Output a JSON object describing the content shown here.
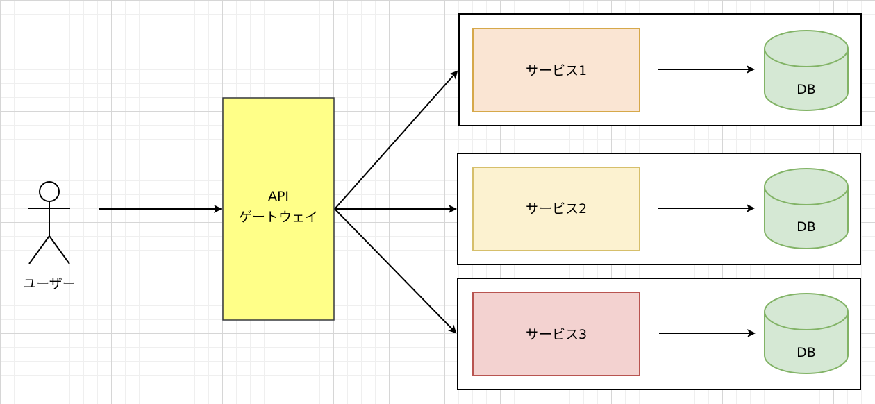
{
  "actor": {
    "label": "ユーザー"
  },
  "gateway": {
    "line1": "API",
    "line2": "ゲートウェイ",
    "fill": "#ffff88",
    "stroke": "#36393d"
  },
  "services": [
    {
      "label": "サービス1",
      "fill": "#fae5d3",
      "stroke": "#d6a84a",
      "db_label": "DB"
    },
    {
      "label": "サービス2",
      "fill": "#fcf2d0",
      "stroke": "#d6bf6b",
      "db_label": "DB"
    },
    {
      "label": "サービス3",
      "fill": "#f3d2d0",
      "stroke": "#b85450",
      "db_label": "DB"
    }
  ],
  "db_style": {
    "fill": "#d5e8d4",
    "stroke": "#82b366"
  }
}
